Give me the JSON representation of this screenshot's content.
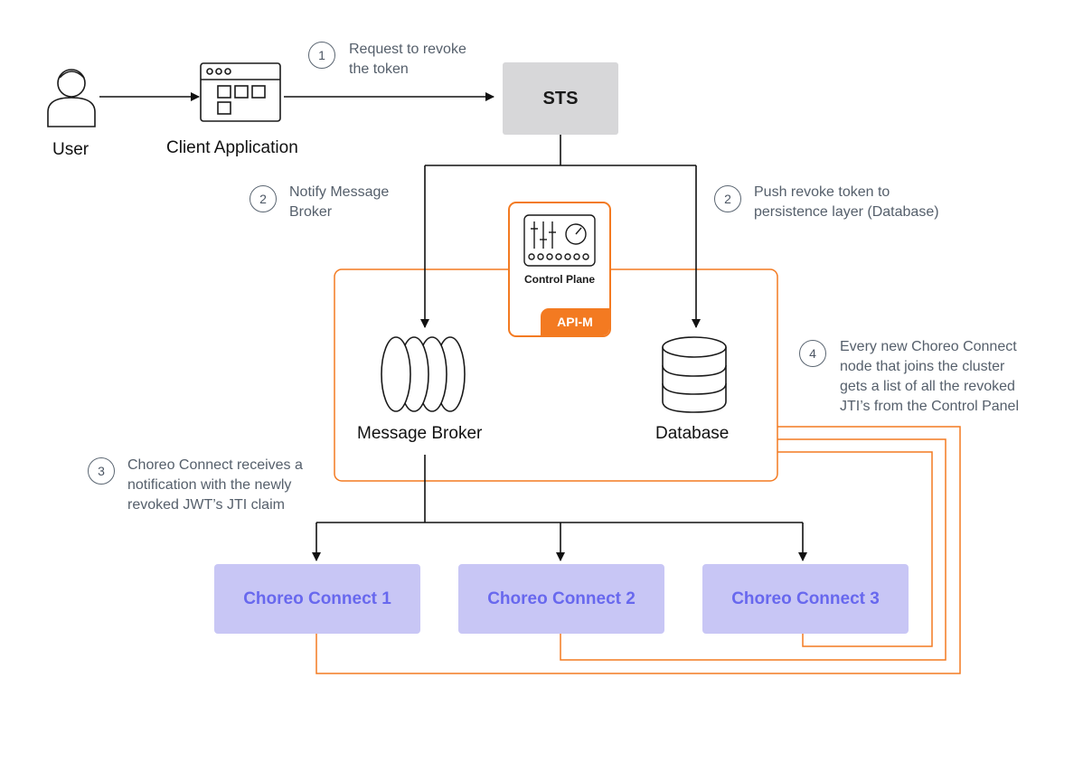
{
  "actors": {
    "user_label": "User",
    "client_label": "Client Application"
  },
  "sts": {
    "label": "STS"
  },
  "control_plane": {
    "title": "Control Plane",
    "badge": "API-M"
  },
  "components": {
    "message_broker": "Message Broker",
    "database": "Database"
  },
  "gateways": [
    {
      "label": "Choreo Connect 1"
    },
    {
      "label": "Choreo Connect 2"
    },
    {
      "label": "Choreo Connect 3"
    }
  ],
  "steps": [
    {
      "number": "1",
      "text": "Request to revoke\nthe token"
    },
    {
      "number": "2",
      "text": "Notify Message\nBroker"
    },
    {
      "number": "2",
      "text": "Push revoke token to\npersistence layer (Database)"
    },
    {
      "number": "3",
      "text": "Choreo Connect receives a\nnotification with the newly\nrevoked JWT’s JTI claim"
    },
    {
      "number": "4",
      "text": "Every new Choreo Connect\nnode that joins the cluster\ngets a list of all the revoked\nJTI’s from the Control Panel"
    }
  ],
  "colors": {
    "accent_orange": "#f37a21",
    "gateway_fill": "#c8c6f5",
    "gateway_text": "#6868ee",
    "sts_fill": "#d7d7d9"
  },
  "icons": [
    "user-icon",
    "browser-window-icon",
    "control-panel-icon",
    "message-broker-icon",
    "database-icon"
  ]
}
